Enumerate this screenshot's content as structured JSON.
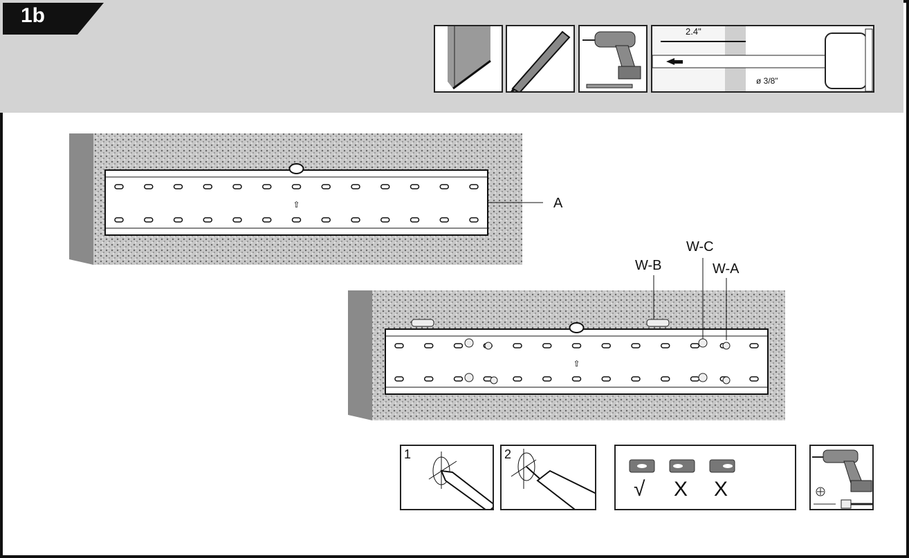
{
  "header": {
    "step": "1b"
  },
  "tools": {
    "depth": "2.4\"",
    "diameter": "ø 3/8\""
  },
  "labels": {
    "bracket": "A",
    "w_b": "W-B",
    "w_c": "W-C",
    "w_a": "W-A"
  },
  "steps": {
    "mark": "1",
    "drill": "2"
  },
  "level": {
    "ok": "√",
    "bad1": "X",
    "bad2": "X"
  },
  "colors": {
    "band": "#d3d3d3",
    "wall_side": "#8a8a8a",
    "tab": "#111111"
  }
}
